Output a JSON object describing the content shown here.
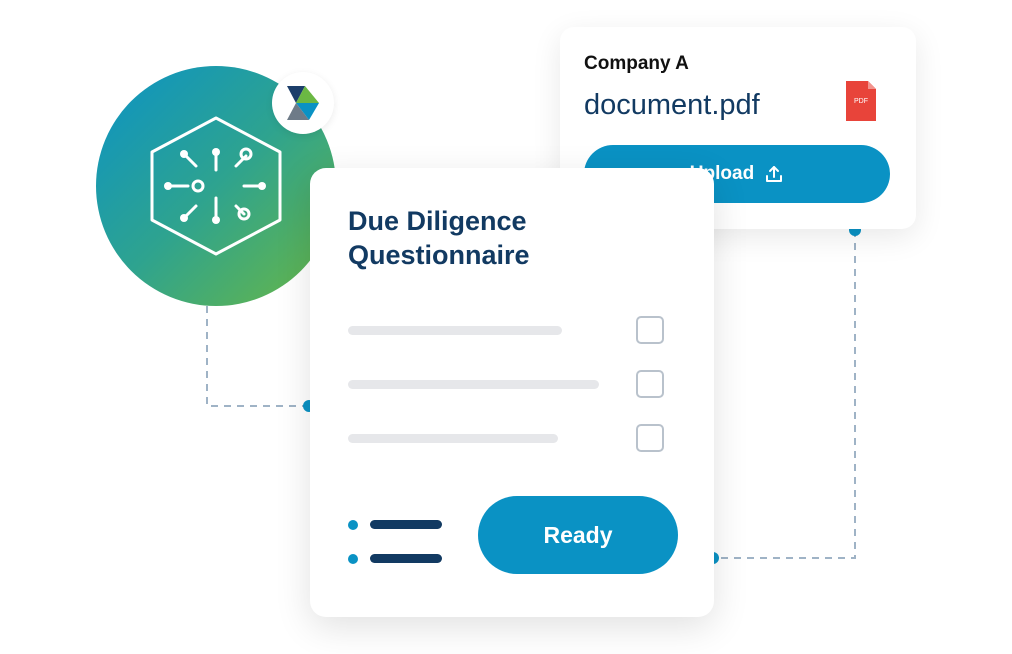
{
  "upload_card": {
    "company": "Company A",
    "file_name": "document.pdf",
    "file_type_label": "PDF",
    "upload_label": "Upload"
  },
  "questionnaire": {
    "title": "Due Diligence Questionnaire",
    "items": [
      {
        "checked": false
      },
      {
        "checked": false
      },
      {
        "checked": false
      }
    ],
    "ready_label": "Ready"
  },
  "colors": {
    "accent": "#0a92c4",
    "navy": "#123a62",
    "gradient_start": "#0b93c6",
    "gradient_end": "#6bb843",
    "pdf_red": "#e8443a",
    "connector": "#9fb3c6"
  },
  "icons": [
    "network-hub-icon",
    "brand-logo-icon",
    "pdf-file-icon",
    "upload-icon"
  ]
}
